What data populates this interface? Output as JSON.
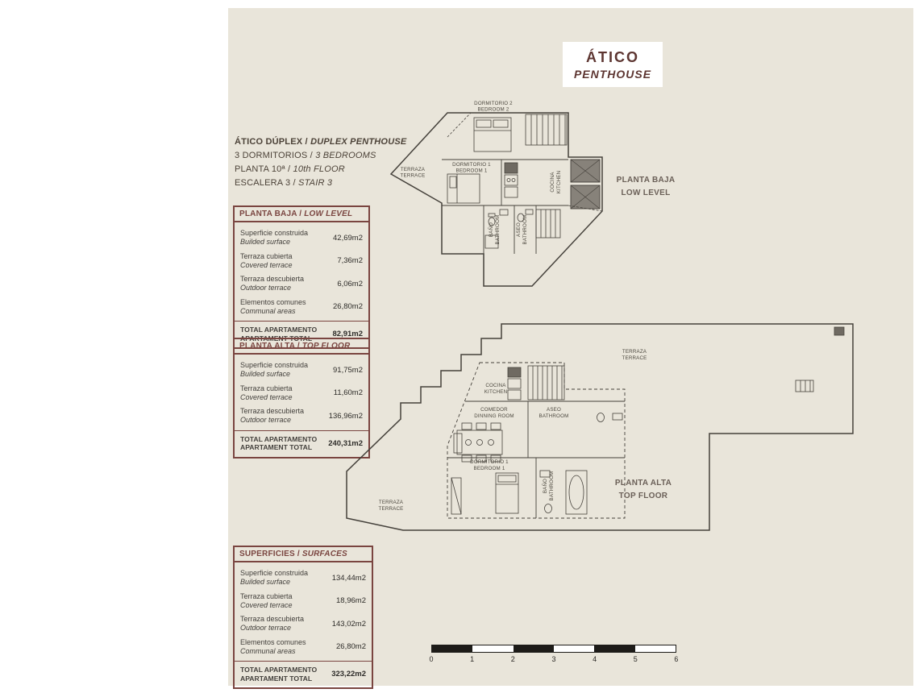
{
  "colors": {
    "sheet_background": "#e9e5da",
    "accent_maroon": "#7a4540",
    "title_maroon": "#5d3531",
    "plan_line": "#45413b",
    "scale_black": "#1d1b18"
  },
  "title": {
    "line1": "ÁTICO",
    "line2": "PENTHOUSE"
  },
  "info": {
    "lines": [
      {
        "es": "ÁTICO DÚPLEX /",
        "en": "DUPLEX PENTHOUSE"
      },
      {
        "es": "3 DORMITORIOS /",
        "en": "3 BEDROOMS"
      },
      {
        "es": "PLANTA 10ª /",
        "en": "10th FLOOR"
      },
      {
        "es": "ESCALERA 3 /",
        "en": "STAIR 3"
      }
    ]
  },
  "tables": [
    {
      "header_es": "PLANTA BAJA /",
      "header_en": "LOW LEVEL",
      "rows": [
        {
          "es": "Superficie construida",
          "en": "Builded surface",
          "value": "42,69m2"
        },
        {
          "es": "Terraza cubierta",
          "en": "Covered terrace",
          "value": "7,36m2"
        },
        {
          "es": "Terraza descubierta",
          "en": "Outdoor terrace",
          "value": "6,06m2"
        },
        {
          "es": "Elementos comunes",
          "en": "Communal areas",
          "value": "26,80m2"
        }
      ],
      "total": {
        "es": "TOTAL APARTAMENTO",
        "en": "APARTAMENT TOTAL",
        "value": "82,91m2"
      }
    },
    {
      "header_es": "PLANTA ALTA /",
      "header_en": "TOP FLOOR",
      "rows": [
        {
          "es": "Superficie construida",
          "en": "Builded surface",
          "value": "91,75m2"
        },
        {
          "es": "Terraza cubierta",
          "en": "Covered terrace",
          "value": "11,60m2"
        },
        {
          "es": "Terraza descubierta",
          "en": "Outdoor terrace",
          "value": "136,96m2"
        }
      ],
      "total": {
        "es": "TOTAL APARTAMENTO",
        "en": "APARTAMENT TOTAL",
        "value": "240,31m2"
      }
    },
    {
      "header_es": "SUPERFICIES /",
      "header_en": "SURFACES",
      "rows": [
        {
          "es": "Superficie construida",
          "en": "Builded surface",
          "value": "134,44m2"
        },
        {
          "es": "Terraza cubierta",
          "en": "Covered terrace",
          "value": "18,96m2"
        },
        {
          "es": "Terraza descubierta",
          "en": "Outdoor terrace",
          "value": "143,02m2"
        },
        {
          "es": "Elementos comunes",
          "en": "Communal areas",
          "value": "26,80m2"
        }
      ],
      "total": {
        "es": "TOTAL APARTAMENTO",
        "en": "APARTAMENT TOTAL",
        "value": "323,22m2"
      }
    }
  ],
  "plan_low": {
    "label_line1": "PLANTA BAJA",
    "label_line2": "LOW LEVEL",
    "rooms": {
      "bedroom2_es": "DORMITORIO 2",
      "bedroom2_en": "BEDROOM 2",
      "bedroom1_es": "DORMITORIO 1",
      "bedroom1_en": "BEDROOM 1",
      "terrace_es": "TERRAZA",
      "terrace_en": "TERRACE",
      "kitchen_es": "COCINA",
      "kitchen_en": "KITCHEN",
      "bath_es": "BAÑO",
      "bath_en": "BATHROOM",
      "aseo_es": "ASEO",
      "aseo_en": "BATHROOM"
    }
  },
  "plan_top": {
    "label_line1": "PLANTA ALTA",
    "label_line2": "TOP FLOOR",
    "rooms": {
      "terrace_upper_es": "TERRAZA",
      "terrace_upper_en": "TERRACE",
      "kitchen_es": "COCINA",
      "kitchen_en": "KITCHEN",
      "dining_es": "COMEDOR",
      "dining_en": "DINNING ROOM",
      "aseo_es": "ASEO",
      "aseo_en": "BATHROOM",
      "bedroom1_es": "DORMITORIO 1",
      "bedroom1_en": "BEDROOM 1",
      "bath_es": "BAÑO",
      "bath_en": "BATHROOM",
      "terrace_lower_es": "TERRAZA",
      "terrace_lower_en": "TERRACE"
    }
  },
  "scale": {
    "ticks": [
      "0",
      "1",
      "2",
      "3",
      "4",
      "5",
      "6"
    ]
  }
}
